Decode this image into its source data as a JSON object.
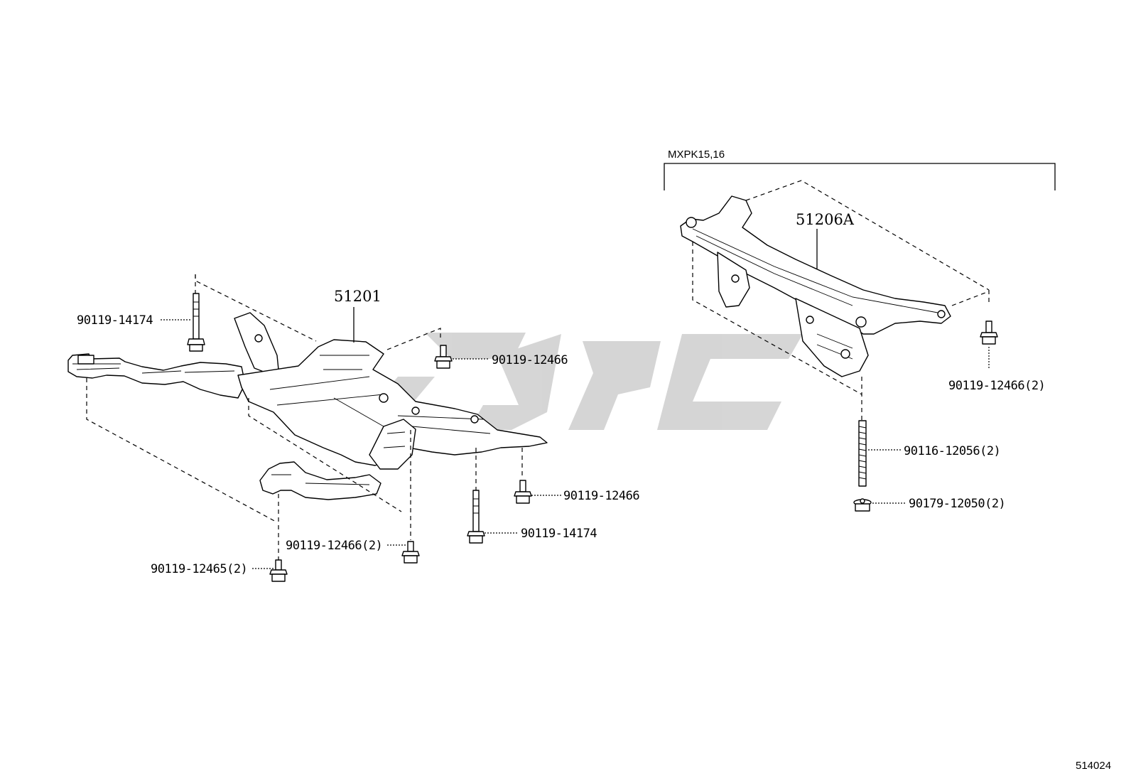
{
  "group_label": "MXPK15,16",
  "figure_number": "514024",
  "watermark_color": "#b4b4b4",
  "parts": {
    "main_frame": "51201",
    "sub_frame": "51206A"
  },
  "callouts": {
    "bolt_top_left": "90119-14174",
    "bolt_top_center": "90119-12466",
    "bolt_right_small": "90119-12466",
    "bolt_right_long": "90119-14174",
    "bolt_bottom_center": "90119-12466(2)",
    "bolt_bottom_left": "90119-12465(2)",
    "rear_bolt": "90119-12466(2)",
    "stud": "90116-12056(2)",
    "nut": "90179-12050(2)"
  }
}
